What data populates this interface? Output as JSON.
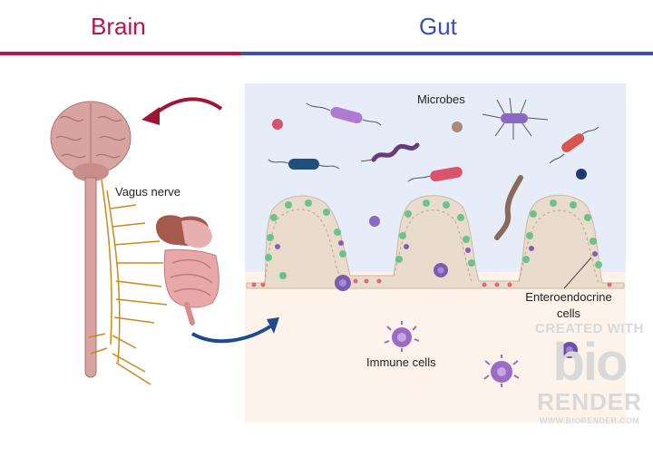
{
  "headers": {
    "brain": "Brain",
    "gut": "Gut"
  },
  "colors": {
    "brain_accent": "#b5174a",
    "gut_accent": "#3d4fb5",
    "arrow_up": "#a01436",
    "arrow_down": "#1e4b8f",
    "lumen_bg": "#e6ecf8",
    "tissue_bg": "#fdf3ea",
    "nerve": "#c88a1a",
    "brain_pink": "#d9a3a0"
  },
  "labels": {
    "vagus_nerve": "Vagus nerve",
    "microbes": "Microbes",
    "enteroendocrine_line1": "Enteroendocrine",
    "enteroendocrine_line2": "cells",
    "immune_cells": "Immune cells"
  },
  "watermark": {
    "line1": "CREATED WITH",
    "logo": "bio",
    "line2": "RENDER",
    "url": "WWW.BIORENDER.COM"
  }
}
